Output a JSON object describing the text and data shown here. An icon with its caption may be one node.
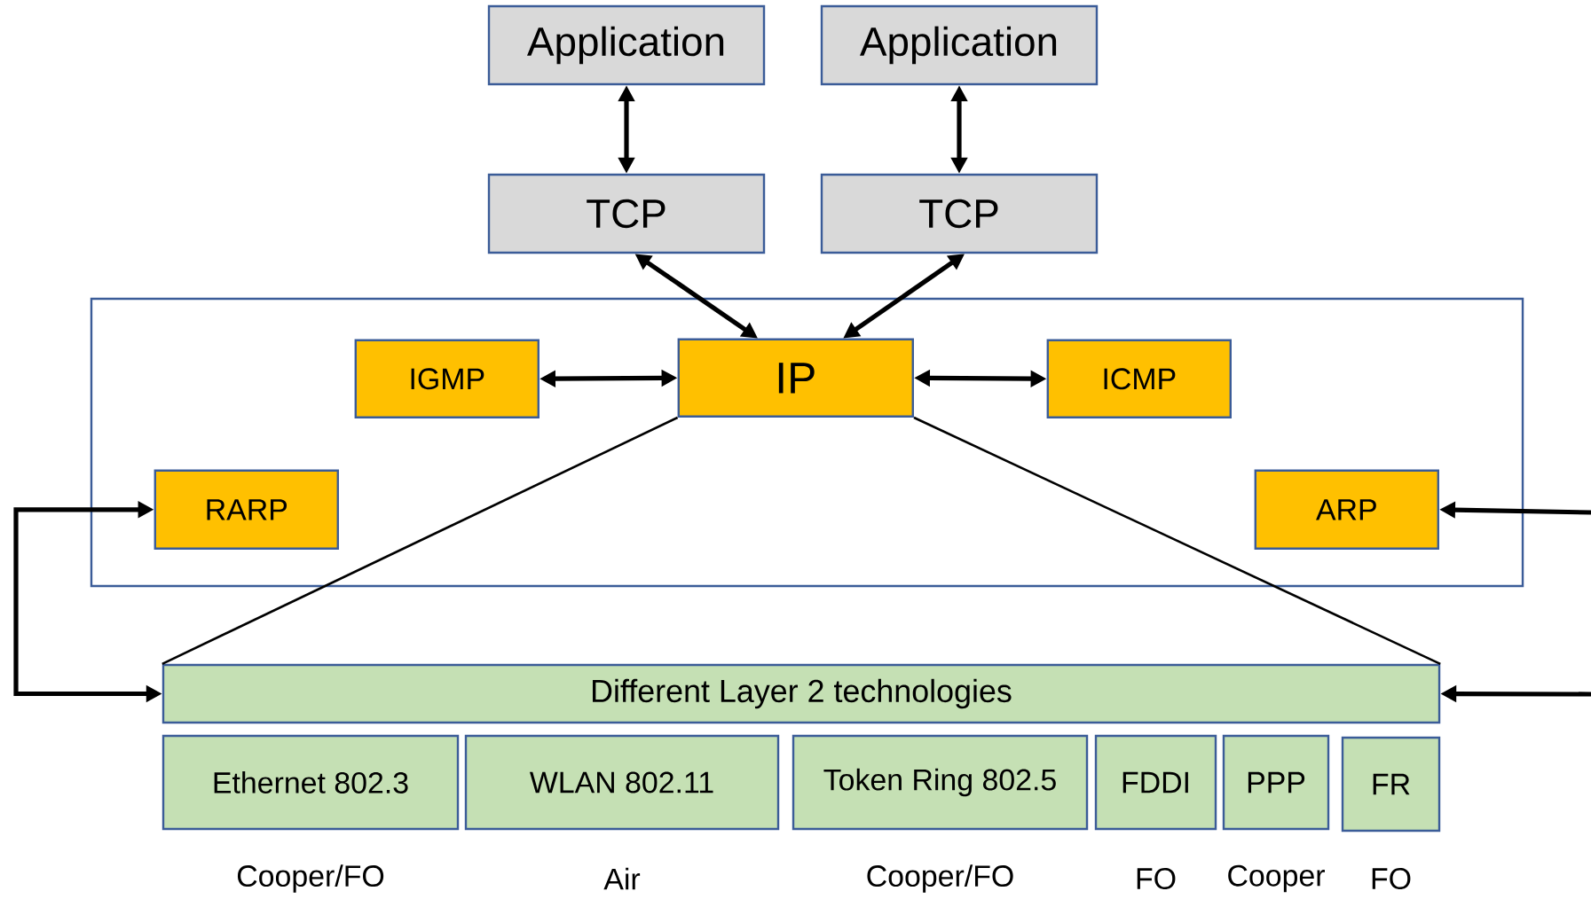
{
  "diagram": {
    "nodes": [
      {
        "text": [
          "Application"
        ]
      },
      {
        "text": [
          "Application"
        ]
      },
      {
        "text": [
          "TCP"
        ]
      },
      {
        "text": [
          "TCP"
        ]
      },
      {
        "text": [],
        "shape": "box"
      },
      {
        "text": [
          "IGMP"
        ],
        "in": 4
      },
      {
        "text": [
          "IP"
        ],
        "in": 4
      },
      {
        "text": [
          "ICMP"
        ],
        "in": 4
      },
      {
        "text": [
          "RARP"
        ],
        "in": 4
      },
      {
        "text": [
          "ARP"
        ],
        "in": 4
      },
      {
        "text": [
          "Different Layer 2 technologies"
        ]
      },
      {
        "text": [
          "Ethernet 802.3"
        ],
        "beside": [
          "Cooper/FO"
        ]
      },
      {
        "text": [
          "WLAN 802.11"
        ],
        "beside": [
          "Air"
        ]
      },
      {
        "text": [
          "Token Ring 802.5"
        ],
        "beside": [
          "Cooper/FO"
        ]
      },
      {
        "text": [
          "FDDI"
        ],
        "beside": [
          "FO"
        ]
      },
      {
        "text": [
          "PPP"
        ],
        "beside": [
          "Cooper"
        ]
      },
      {
        "text": [
          "FR"
        ],
        "beside": [
          "FO"
        ]
      }
    ],
    "edges": [
      {
        "from": 0,
        "to": 2,
        "arrow": "both"
      },
      {
        "from": 1,
        "to": 3,
        "arrow": "both"
      },
      {
        "from": 2,
        "to": 6,
        "arrow": "both"
      },
      {
        "from": 3,
        "to": 6,
        "arrow": "both"
      },
      {
        "from": 5,
        "to": 6,
        "arrow": "both"
      },
      {
        "from": 6,
        "to": 7,
        "arrow": "both"
      },
      {
        "from": 8,
        "to": 10,
        "arrow": "both"
      },
      {
        "from": null,
        "to": 9,
        "arrow": "to"
      },
      {
        "from": null,
        "to": 10,
        "arrow": "to"
      },
      {
        "from": 6,
        "to": 10,
        "arrow": "none"
      },
      {
        "from": 6,
        "to": 10,
        "arrow": "none"
      }
    ]
  }
}
